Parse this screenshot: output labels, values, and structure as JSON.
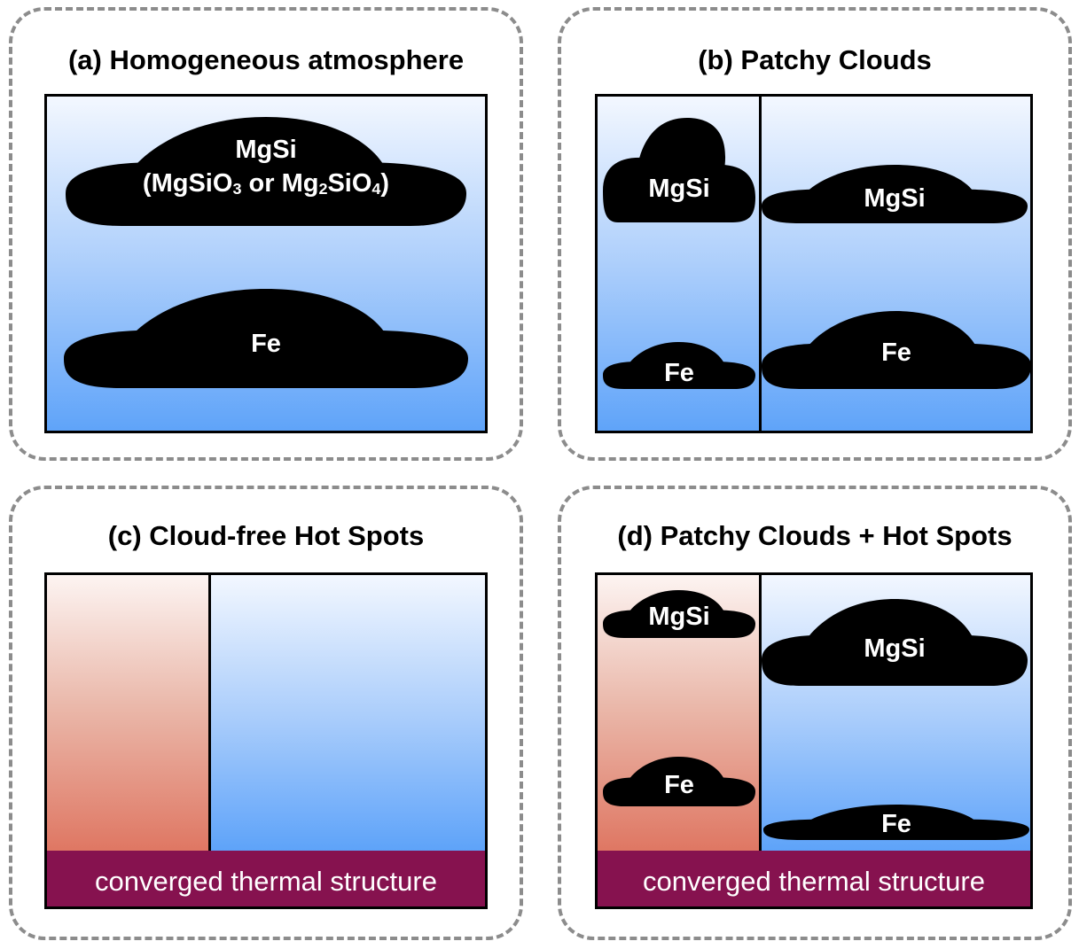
{
  "panels": {
    "a": {
      "title": "(a) Homogeneous atmosphere",
      "clouds": {
        "top_name": "MgSi",
        "top_formula": {
          "open": "(",
          "mgsio": "MgSiO",
          "o_sub": "3",
          "or": " or ",
          "mg": "Mg",
          "mg_sub": "2",
          "sio": "SiO",
          "sio_sub": "4",
          "close": ")"
        },
        "bottom_name": "Fe"
      }
    },
    "b": {
      "title": "(b) Patchy Clouds",
      "left_top": "MgSi",
      "left_bottom": "Fe",
      "right_top": "MgSi",
      "right_bottom": "Fe"
    },
    "c": {
      "title": "(c) Cloud-free Hot Spots",
      "bar": "converged thermal structure"
    },
    "d": {
      "title": "(d) Patchy Clouds + Hot Spots",
      "left_top": "MgSi",
      "left_bottom": "Fe",
      "right_top": "MgSi",
      "right_bottom": "Fe",
      "bar": "converged thermal structure"
    }
  },
  "colors": {
    "sky_top": "#f4f8ff",
    "sky_bottom": "#5ea3f9",
    "hot_top": "#fdf5f3",
    "hot_bottom": "#df7763",
    "bar": "#86124f",
    "cloud": "#000000",
    "frame_dash": "#8c8c8c"
  }
}
